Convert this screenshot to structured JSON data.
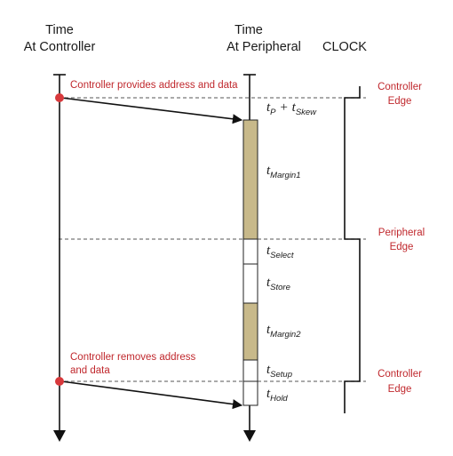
{
  "headers": {
    "controller_line1": "Time",
    "controller_line2": "At Controller",
    "peripheral_line1": "Time",
    "peripheral_line2": "At Peripheral",
    "clock": "CLOCK"
  },
  "annotations": {
    "provides": "Controller provides address and data",
    "removes_line1": "Controller removes address",
    "removes_line2": "and data"
  },
  "edges": {
    "top_line1": "Controller",
    "top_line2": "Edge",
    "mid_line1": "Peripheral",
    "mid_line2": "Edge",
    "bottom_line1": "Controller",
    "bottom_line2": "Edge"
  },
  "timing": {
    "tp_t": "t",
    "tp_sub": "P",
    "plus": "+",
    "skew_t": "t",
    "skew_sub": "Skew",
    "margin1_t": "t",
    "margin1_sub": "Margin1",
    "select_t": "t",
    "select_sub": "Select",
    "store_t": "t",
    "store_sub": "Store",
    "margin2_t": "t",
    "margin2_sub": "Margin2",
    "setup_t": "t",
    "setup_sub": "Setup",
    "hold_t": "t",
    "hold_sub": "Hold"
  },
  "colors": {
    "margin_fill": "#c8b98a",
    "annotation_red": "#c0282d",
    "dot_red": "#d8393c"
  }
}
